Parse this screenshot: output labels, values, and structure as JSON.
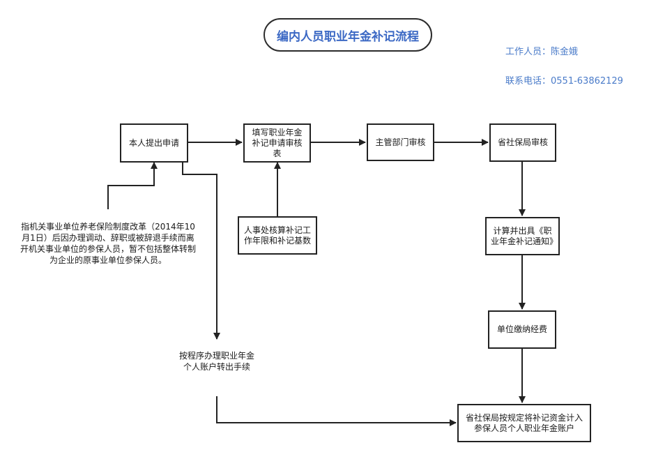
{
  "title": "编内人员职业年金补记流程",
  "contact": {
    "staff": "工作人员：陈金娥",
    "phone": "联系电话：0551-63862129"
  },
  "nodes": {
    "apply": "本人提出申请",
    "fill_form": "填写职业年金补记申请审核表",
    "dept_review": "主管部门审核",
    "provincial_review": "省社保局审核",
    "hr_calc": "人事处核算补记工作年限和补记基数",
    "issue_notice": "计算并出具《职业年金补记通知》",
    "unit_pay": "单位缴纳经费",
    "credit_account": "省社保局按规定将补记资金计入参保人员个人职业年金账户"
  },
  "notes": {
    "eligibility": "指机关事业单位养老保险制度改革（2014年10月1日）后因办理调动、辞职或被辞退手续而离开机关事业单位的参保人员，暂不包括整体转制为企业的原事业单位参保人员。",
    "transfer": "按程序办理职业年金个人账户转出手续"
  },
  "colors": {
    "title": "#3b68c4",
    "contact": "#4a7bc9",
    "line": "#222222"
  }
}
